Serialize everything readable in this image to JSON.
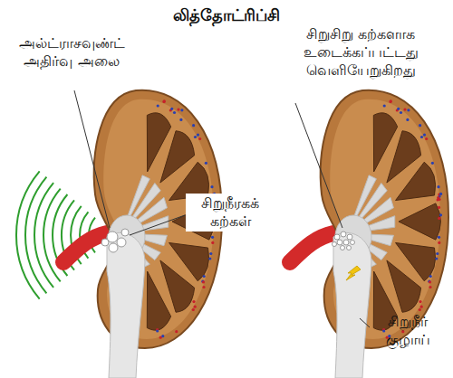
{
  "diagram": {
    "title": "லித்தோட்ரிப்சி",
    "labels": [
      "அல்ட்ராசவுண்ட் அதிர்வு அலை",
      "சிறுசிறு கற்களாக உடைக்கப்பட்டது வெளியேறுகிறது",
      "சிறுநீரகக் கற்கள்",
      "சிறுநீர் குழாய்"
    ]
  }
}
